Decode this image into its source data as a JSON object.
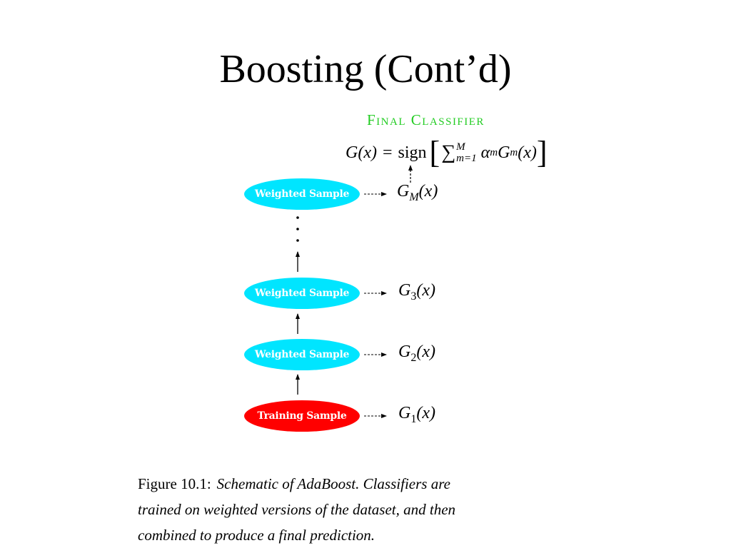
{
  "slide": {
    "title": "Boosting (Cont’d)"
  },
  "diagram": {
    "final_label": "Final Classifier",
    "formula": {
      "lhs": "G(x)",
      "equals": "=",
      "sign": "sign",
      "sum_upper": "M",
      "sum_lower": "m=1",
      "alpha": "α",
      "alpha_sub": "m",
      "g": "G",
      "g_sub": "m",
      "arg": "(x)"
    },
    "samples": [
      {
        "label": "Weighted Sample",
        "classifier": "G",
        "subscript": "M",
        "arg": "(x)",
        "color": "#00e5ff"
      },
      {
        "label": "Weighted Sample",
        "classifier": "G",
        "subscript": "3",
        "arg": "(x)",
        "color": "#00e5ff"
      },
      {
        "label": "Weighted Sample",
        "classifier": "G",
        "subscript": "2",
        "arg": "(x)",
        "color": "#00e5ff"
      },
      {
        "label": "Training Sample",
        "classifier": "G",
        "subscript": "1",
        "arg": "(x)",
        "color": "#ff0000"
      }
    ],
    "final_label_color": "#22cc22"
  },
  "caption": {
    "lead": "Figure 10.1:",
    "line1": "Schematic of AdaBoost. Classifiers are",
    "line2": "trained on weighted versions of the dataset, and then",
    "line3": "combined to produce a final prediction."
  }
}
